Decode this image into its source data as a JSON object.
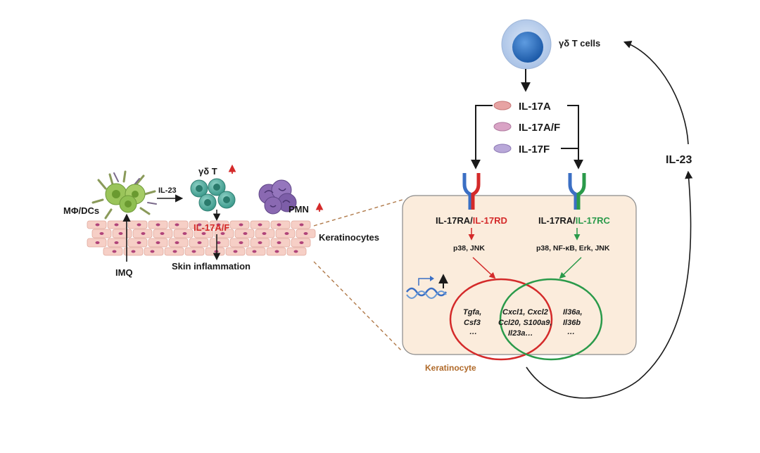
{
  "diagram": {
    "gd_tcell_label": "γδ T cells",
    "cytokines": [
      "IL-17A",
      "IL-17A/F",
      "IL-17F"
    ],
    "il23_label": "IL-23",
    "tissue": {
      "mphi_dcs": "MΦ/DCs",
      "il23_small": "IL-23",
      "gd_t": "γδ T",
      "pmn": "PMN",
      "il17af": "IL-17A/F",
      "keratinocytes": "Keratinocytes",
      "imq": "IMQ",
      "skin_inflammation": "Skin inflammation"
    },
    "receptor_left": {
      "part1": "IL-17RA/",
      "part2": "IL-17RD",
      "signaling": "p38, JNK"
    },
    "receptor_right": {
      "part1": "IL-17RA/",
      "part2": "IL-17RC",
      "signaling": "p38, NF-κB, Erk, JNK"
    },
    "venn": {
      "left_genes": [
        "Tgfa,",
        "Csf3",
        "…"
      ],
      "overlap_genes": [
        "Cxcl1, Cxcl2",
        "Ccl20, S100a9,",
        "Il23a…"
      ],
      "right_genes": [
        "Il36a,",
        "Il36b",
        "…"
      ]
    },
    "keratinocyte_label": "Keratinocyte",
    "colors": {
      "red": "#d42a2a",
      "green": "#2a9a4a",
      "blue": "#3b6fc4",
      "keratinocyte_box": "#fbecdc",
      "keratinocyte_label": "#b06a2a",
      "cell_outer": "#c6d7ef",
      "cell_nucleus": "#2f74c6"
    }
  }
}
